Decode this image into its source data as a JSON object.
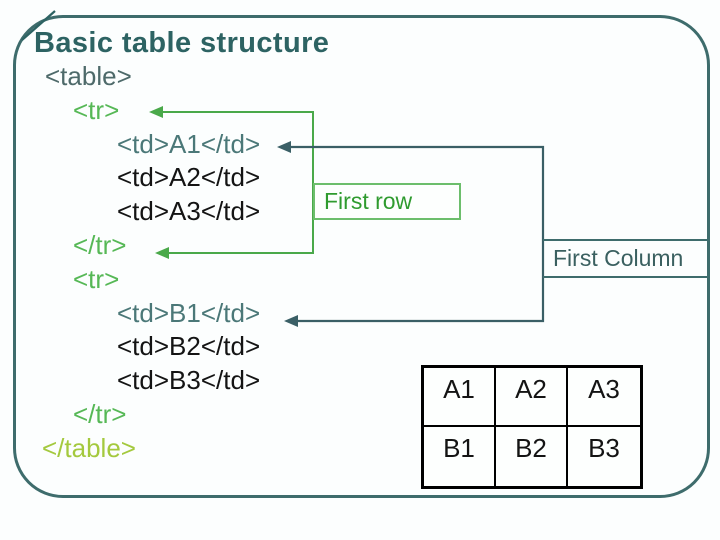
{
  "slide": {
    "title": "Basic table structure"
  },
  "code": {
    "lines": [
      "<table>",
      "<tr>",
      "<td>A1</td>",
      "<td>A2</td>",
      "<td>A3</td>",
      "</tr>",
      "<tr>",
      "<td>B1</td>",
      "<td>B2</td>",
      "<td>B3</td>",
      "</tr>",
      "</table>"
    ]
  },
  "annotations": {
    "first_row": "First row",
    "first_column": "First Column"
  },
  "result_table": {
    "rows": [
      {
        "cells": [
          "A1",
          "A2",
          "A3"
        ]
      },
      {
        "cells": [
          "B1",
          "B2",
          "B3"
        ]
      }
    ]
  },
  "colors": {
    "slide_border": "#3E6C6C",
    "title": "#2D6363",
    "tag_table": "#4E6A6A",
    "tag_tr": "#56B856",
    "tag_td_first": "#4B7878",
    "tag_td": "#141414",
    "tag_table_close": "#A4C93E",
    "arrow_green": "#4AA94A",
    "arrow_dark": "#3A5F66",
    "label_green": "#2F9B2F",
    "label_box_green": "#6CBE6C",
    "label_teal": "#3A6060"
  }
}
